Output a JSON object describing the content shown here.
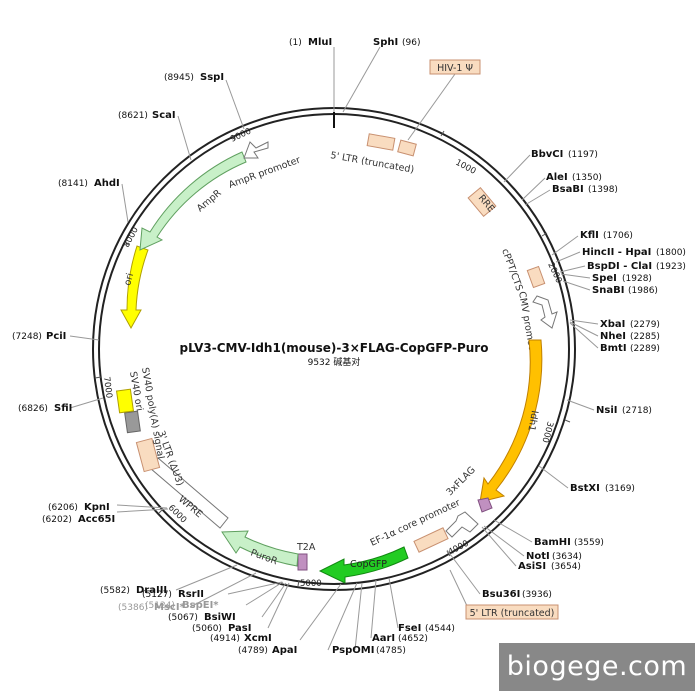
{
  "plasmid": {
    "name": "pLV3-CMV-Idh1(mouse)-3×FLAG-CopGFP-Puro",
    "size_label": "9532 碱基对",
    "length": 9532
  },
  "ticks": [
    "1000",
    "2000",
    "3000",
    "4000",
    "5000",
    "6000",
    "7000",
    "8000",
    "9000"
  ],
  "sites": [
    {
      "name": "MluI",
      "pos": "(1)"
    },
    {
      "name": "SphI",
      "pos": "(96)"
    },
    {
      "name": "BbvCI",
      "pos": "(1197)"
    },
    {
      "name": "AleI",
      "pos": "(1350)"
    },
    {
      "name": "BsaBI",
      "pos": "(1398)"
    },
    {
      "name": "KflI",
      "pos": "(1706)"
    },
    {
      "name": "HincII - HpaI",
      "pos": "(1800)"
    },
    {
      "name": "BspDI - ClaI",
      "pos": "(1923)"
    },
    {
      "name": "SpeI",
      "pos": "(1928)"
    },
    {
      "name": "SnaBI",
      "pos": "(1986)"
    },
    {
      "name": "XbaI",
      "pos": "(2279)"
    },
    {
      "name": "NheI",
      "pos": "(2285)"
    },
    {
      "name": "BmtI",
      "pos": "(2289)"
    },
    {
      "name": "NsiI",
      "pos": "(2718)"
    },
    {
      "name": "BstXI",
      "pos": "(3169)"
    },
    {
      "name": "BamHI",
      "pos": "(3559)"
    },
    {
      "name": "NotI",
      "pos": "(3634)"
    },
    {
      "name": "AsiSI",
      "pos": "(3654)"
    },
    {
      "name": "Bsu36I",
      "pos": "(3936)"
    },
    {
      "name": "FseI",
      "pos": "(4544)"
    },
    {
      "name": "AarI",
      "pos": "(4652)"
    },
    {
      "name": "PspOMI",
      "pos": "(4785)"
    },
    {
      "name": "ApaI",
      "pos": "(4789)"
    },
    {
      "name": "XcmI",
      "pos": "(4914)"
    },
    {
      "name": "PasI",
      "pos": "(5060)"
    },
    {
      "name": "BsiWI",
      "pos": "(5067)"
    },
    {
      "name": "BspEI*",
      "pos": "(5124)"
    },
    {
      "name": "RsrII",
      "pos": "(5127)"
    },
    {
      "name": "MscI*",
      "pos": "(5386)"
    },
    {
      "name": "DraIII",
      "pos": "(5582)"
    },
    {
      "name": "Acc65I",
      "pos": "(6202)"
    },
    {
      "name": "KpnI",
      "pos": "(6206)"
    },
    {
      "name": "SfiI",
      "pos": "(6826)"
    },
    {
      "name": "PciI",
      "pos": "(7248)"
    },
    {
      "name": "AhdI",
      "pos": "(8141)"
    },
    {
      "name": "ScaI",
      "pos": "(8621)"
    },
    {
      "name": "SspI",
      "pos": "(8945)"
    }
  ],
  "features": {
    "hiv_psi": "HIV-1 Ψ",
    "ltr5_top": "5' LTR (truncated)",
    "rre": "RRE",
    "cppt": "cPPT/CTS",
    "cmv": "CMV promoter",
    "idh1": "Idh1",
    "flag": "3xFLAG",
    "ef1a": "EF-1α core promoter",
    "ltr5_bottom": "5' LTR (truncated)",
    "copgfp": "CopGFP",
    "t2a": "T2A",
    "puror": "PuroR",
    "wpre": "WPRE",
    "ltr3": "3' LTR (ΔU3)",
    "sv40pa": "SV40 poly(A) signal",
    "sv40ori": "SV40 ori",
    "ori": "ori",
    "ampr": "AmpR",
    "amprprom": "AmpR promoter"
  },
  "colors": {
    "backbone": "#222222",
    "ltr": "#f9dcc0",
    "idh1": "#ffc000",
    "copgfp": "#22cc22",
    "puror": "#c8f0c8",
    "ampr": "#c8f0c8",
    "ori": "#ffff00",
    "sv40": "#ffff00",
    "flag": "#c090c0",
    "gray_box": "#999999"
  },
  "watermark": "biogege.com"
}
